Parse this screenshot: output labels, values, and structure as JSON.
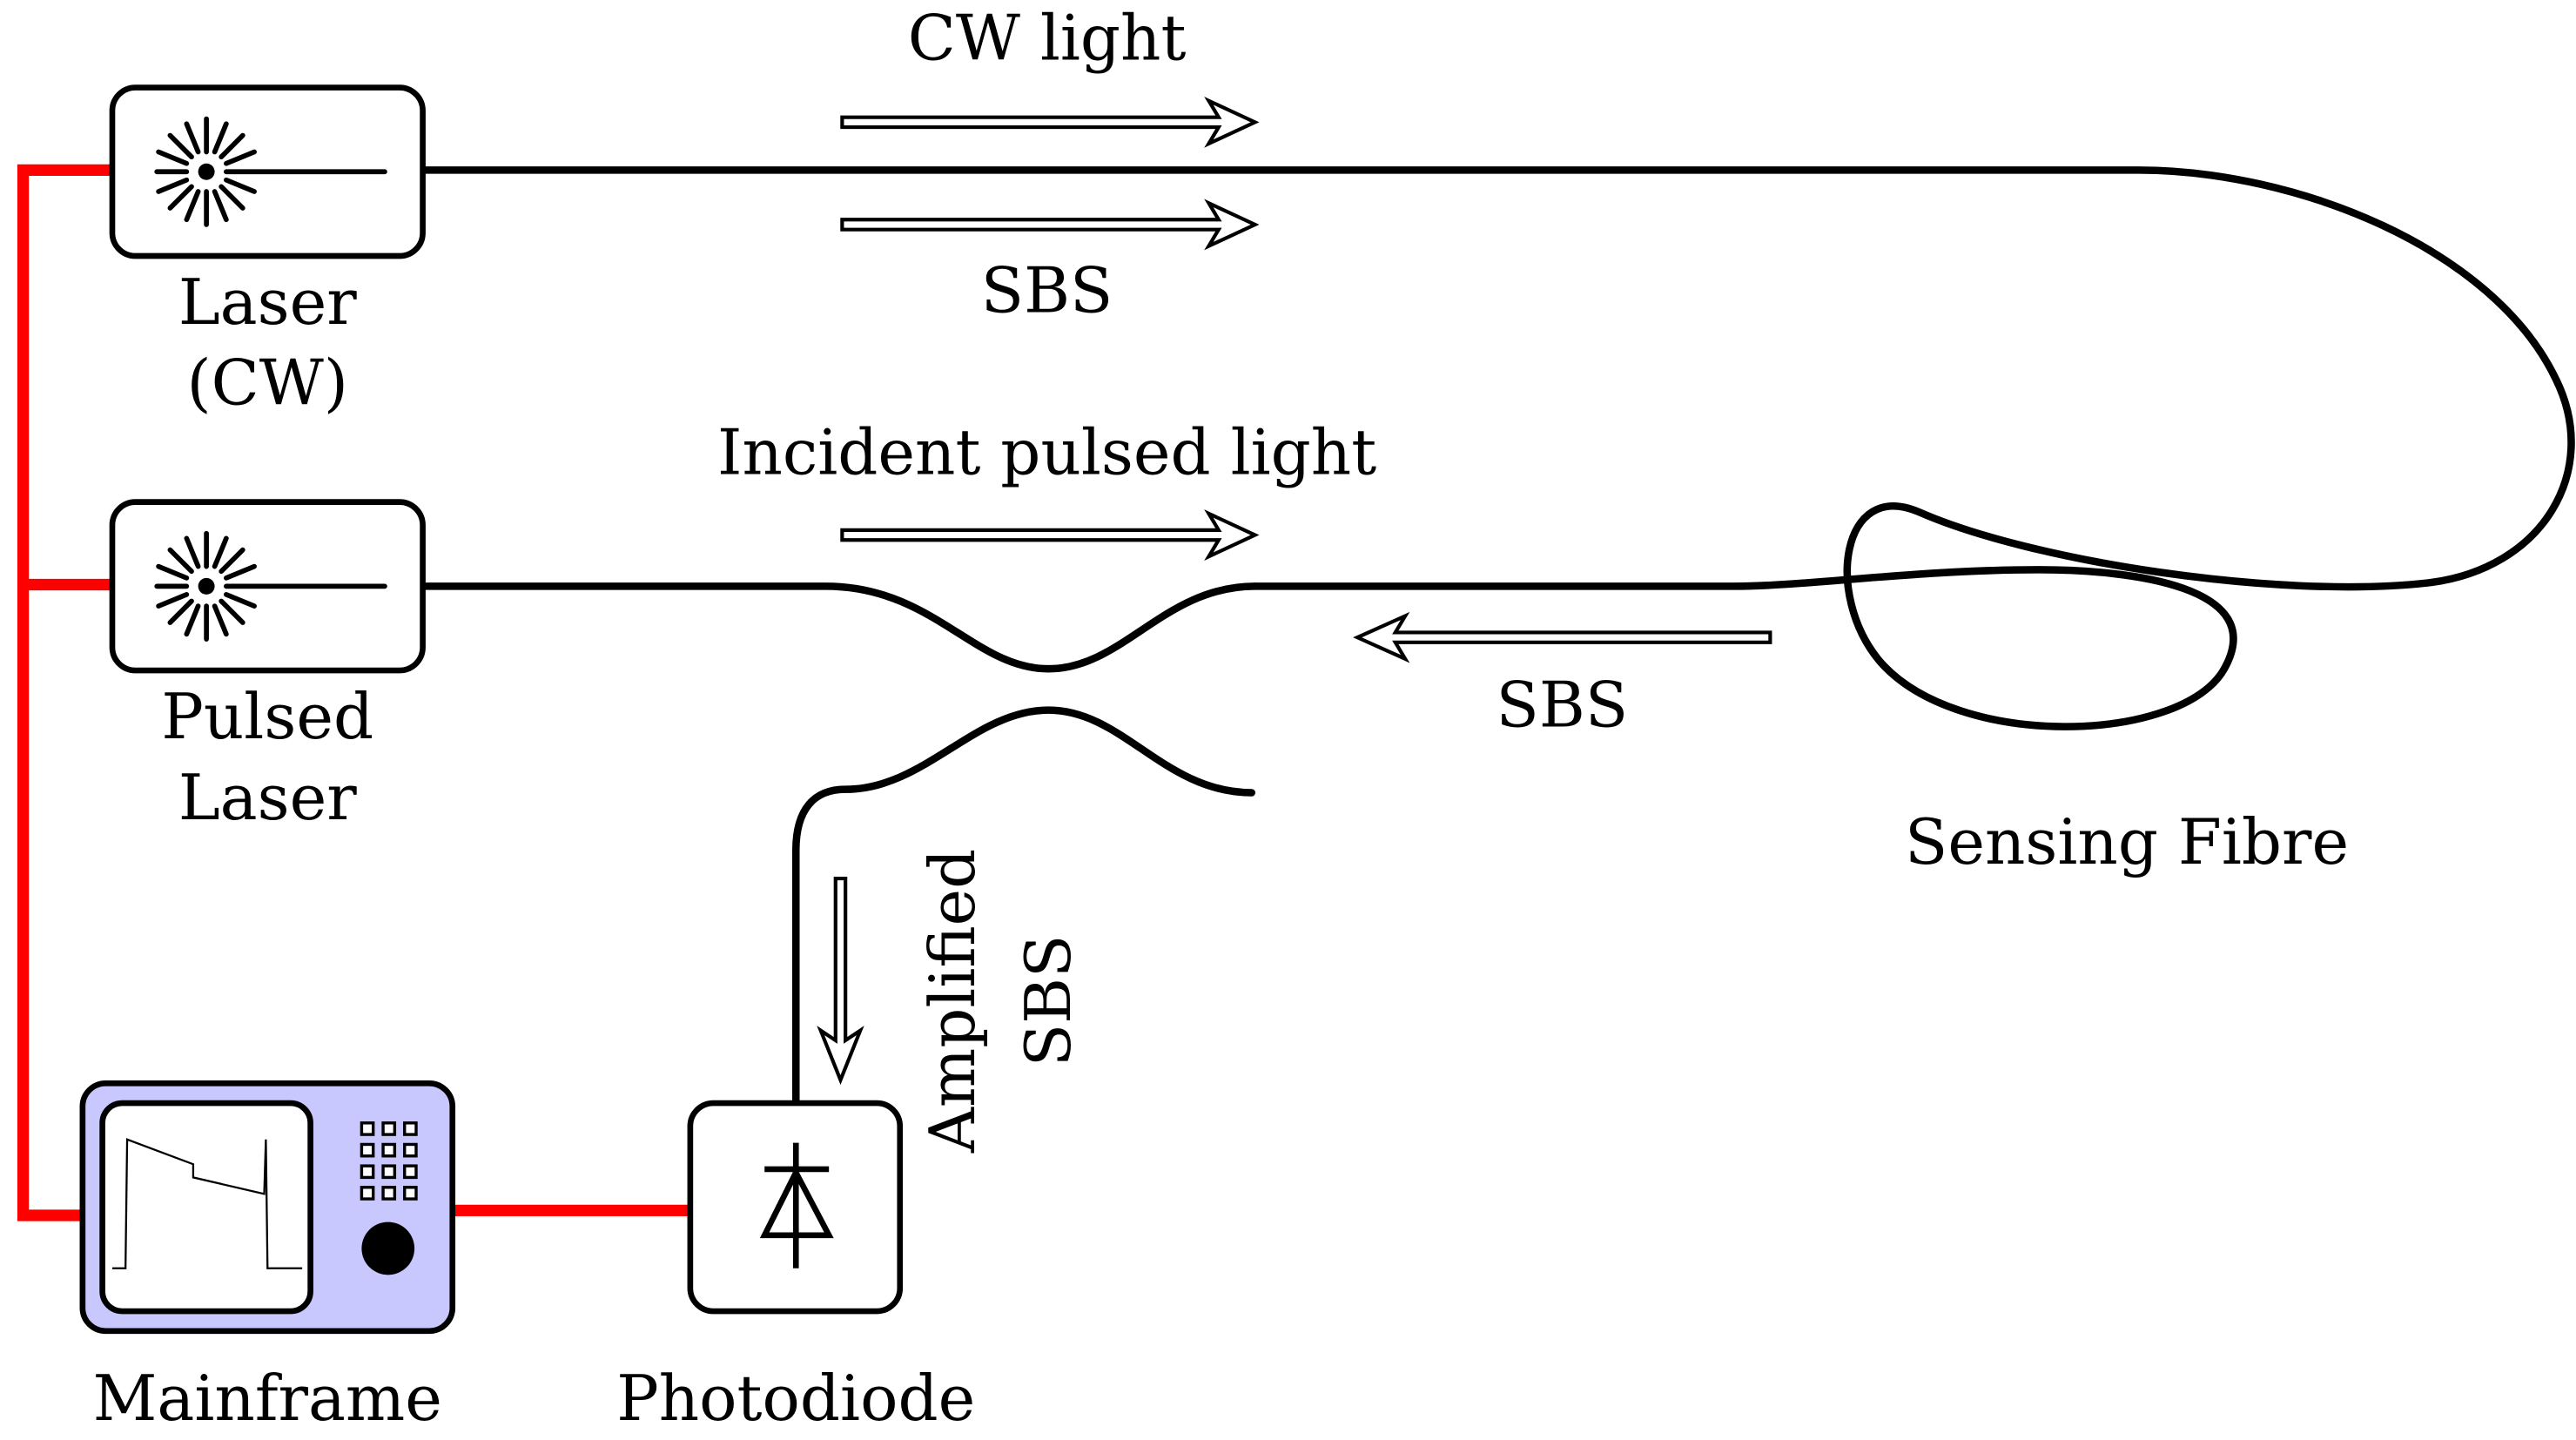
{
  "labels": {
    "cw_light": "CW light",
    "sbs_top": "SBS",
    "laser_cw_line1": "Laser",
    "laser_cw_line2": "(CW)",
    "incident_pulsed_light": "Incident pulsed light",
    "pulsed_laser_line1": "Pulsed",
    "pulsed_laser_line2": "Laser",
    "sbs_middle": "SBS",
    "sensing_fibre": "Sensing Fibre",
    "amplified_sbs_line1": "Amplified",
    "amplified_sbs_line2": "SBS",
    "mainframe": "Mainframe",
    "photodiode": "Photodiode"
  },
  "colors": {
    "fibre": "#000000",
    "electrical": "#ff0000",
    "mainframe_fill": "#c8c8ff",
    "box_fill": "#ffffff"
  },
  "icons": {
    "laser": "starburst-laser-icon",
    "diode": "diode-symbol-icon",
    "keypad": "keypad-grid-icon",
    "knob": "knob-icon",
    "scope_trace": "oscilloscope-trace-icon"
  }
}
